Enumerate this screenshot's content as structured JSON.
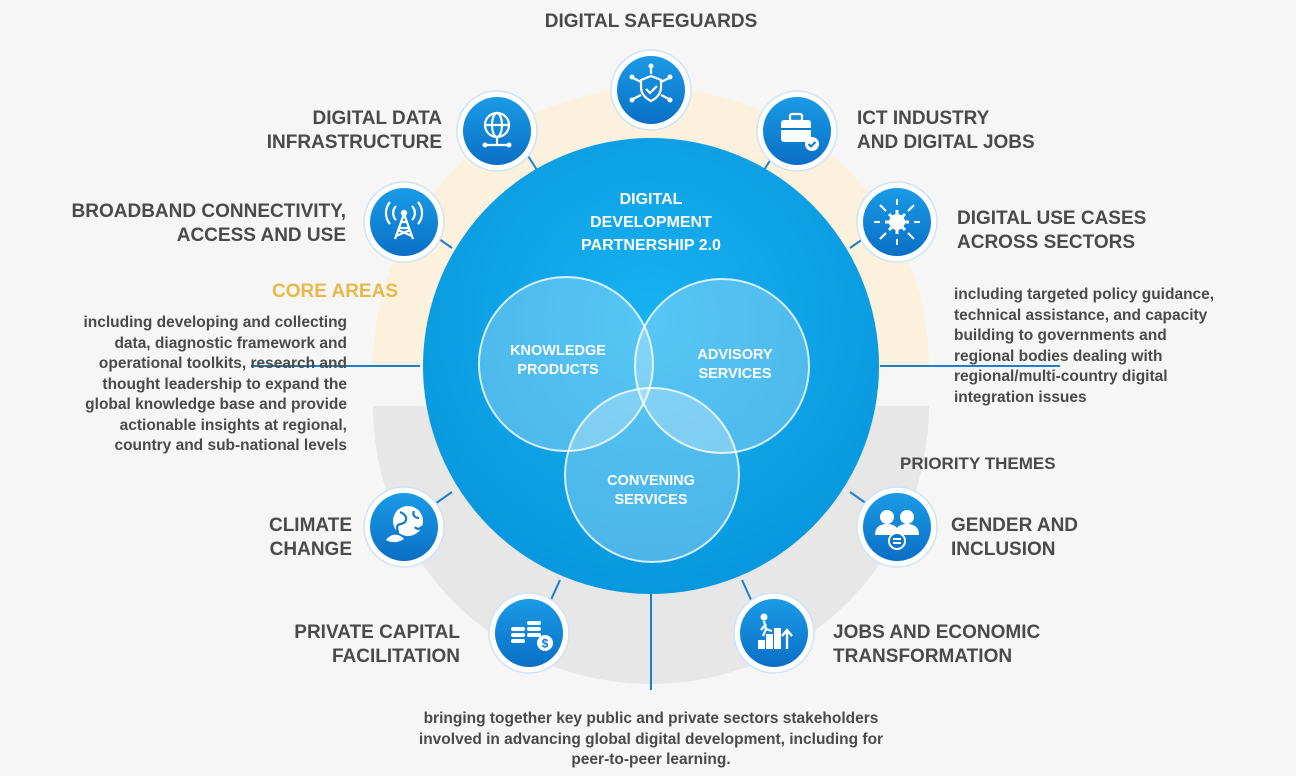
{
  "center": {
    "title": "DIGITAL\nDEVELOPMENT\nPARTNERSHIP 2.0",
    "services": [
      {
        "label": "KNOWLEDGE\nPRODUCTS"
      },
      {
        "label": "ADVISORY\nSERVICES"
      },
      {
        "label": "CONVENING\nSERVICES"
      }
    ]
  },
  "sections": {
    "core": "CORE AREAS",
    "priority": "PRIORITY THEMES"
  },
  "core_areas": [
    {
      "label": "DIGITAL SAFEGUARDS",
      "icon": "shield-network-icon"
    },
    {
      "label": "DIGITAL DATA\nINFRASTRUCTURE",
      "icon": "globe-network-icon"
    },
    {
      "label": "ICT INDUSTRY\nAND DIGITAL JOBS",
      "icon": "briefcase-check-icon"
    },
    {
      "label": "BROADBAND CONNECTIVITY,\nACCESS AND USE",
      "icon": "antenna-tower-icon"
    },
    {
      "label": "DIGITAL USE CASES\nACROSS SECTORS",
      "icon": "gear-arrows-icon"
    }
  ],
  "priority_themes": [
    {
      "label": "CLIMATE\nCHANGE",
      "icon": "earth-leaf-icon"
    },
    {
      "label": "GENDER AND\nINCLUSION",
      "icon": "people-equal-icon"
    },
    {
      "label": "PRIVATE CAPITAL\nFACILITATION",
      "icon": "coins-dollar-icon"
    },
    {
      "label": "JOBS AND ECONOMIC\nTRANSFORMATION",
      "icon": "climb-growth-icon"
    }
  ],
  "descriptions": {
    "knowledge": "including developing and collecting\ndata, diagnostic framework and\noperational toolkits, research and\nthought leadership to expand the\nglobal knowledge base and provide\nactionable insights at regional,\ncountry and sub-national levels",
    "advisory": "including targeted policy guidance,\ntechnical assistance, and capacity\nbuilding to governments and\nregional bodies dealing with\nregional/multi-country digital\nintegration issues",
    "convening": "bringing together key public and private sectors stakeholders\ninvolved in advancing global digital development, including for\npeer-to-peer learning."
  },
  "colors": {
    "main_blue": "#0aa3e8",
    "icon_blue": "#0f84d6",
    "label_gray": "#4a4a4a",
    "core_accent": "#e8b84a",
    "core_band": "#fbf1dd",
    "priority_band": "#e7e7e7"
  }
}
